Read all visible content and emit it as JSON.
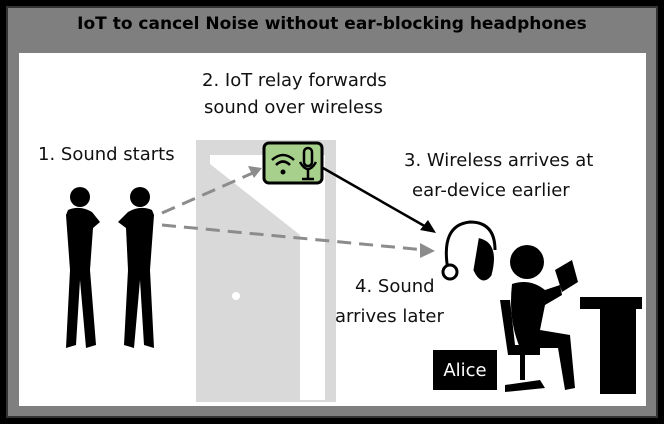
{
  "title": "IoT to cancel Noise without ear-blocking headphones",
  "labels": {
    "step1": "1. Sound starts",
    "step2_line1": "2. IoT relay forwards",
    "step2_line2": "sound over wireless",
    "step3_line1": "3. Wireless arrives at",
    "step3_line2": "ear-device earlier",
    "step4_line1": "4. Sound",
    "step4_line2": "arrives later",
    "person": "Alice"
  },
  "colors": {
    "iot_device": "#a8d08d",
    "door": "#d9d9d9",
    "arrow_dashed": "#8c8c8c"
  }
}
